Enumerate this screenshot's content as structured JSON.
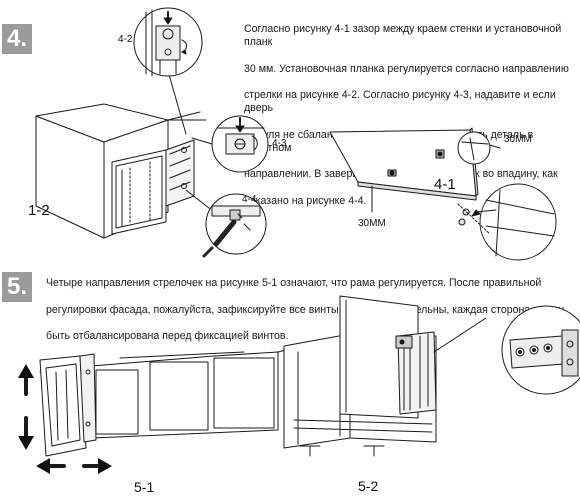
{
  "steps": [
    {
      "number": "4.",
      "text_lines": [
        "Согласно рисунку 4-1 зазор между краем стенки и установочной планк",
        "30 мм. Установочная планка регулируется согласно направлению",
        "стрелки на рисунке 4-2. Согласно рисунку 4-3, надавите и если дверь",
        "модуля не сбалансирована вы можете повернуть деталь в обратном",
        "направлении. В завершение, поместите крепеж во впадину, как",
        "показано на рисунке 4-4."
      ]
    },
    {
      "number": "5.",
      "text_lines": [
        "Четыре направления стрелочек на рисунке 5-1 означают, что рама регулируется. После правильной",
        "регулировки фасада, пожалуйста, зафиксируйте все винты. Будьте внимательны, каждая сторона должн",
        "быть отбалансирована перед фиксацией винтов."
      ]
    }
  ],
  "figure_labels": {
    "fig_4_2": "4-2",
    "fig_4_3": "4-3",
    "fig_4_4": "4-4",
    "fig_1_2": "1-2",
    "fig_4_1": "4-1",
    "gap_top": "30MM",
    "gap_bottom": "30MM",
    "fig_5_1": "5-1",
    "fig_5_2": "5-2"
  }
}
